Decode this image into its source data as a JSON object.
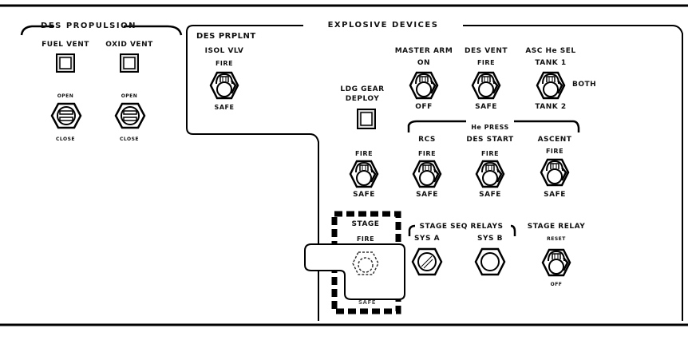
{
  "panel": {
    "des_propulsion": {
      "title": "DES PROPULSION",
      "fuel_vent": {
        "label": "FUEL VENT",
        "top": "OPEN",
        "bottom": "CLOSE"
      },
      "oxid_vent": {
        "label": "OXID VENT",
        "top": "OPEN",
        "bottom": "CLOSE"
      }
    },
    "explosive_devices": {
      "title": "EXPLOSIVE DEVICES",
      "des_prplnt": {
        "title": "DES PRPLNT",
        "label": "ISOL VLV",
        "top": "FIRE",
        "bottom": "SAFE"
      },
      "master_arm": {
        "label": "MASTER ARM",
        "top": "ON",
        "bottom": "OFF"
      },
      "des_vent": {
        "label": "DES VENT",
        "top": "FIRE",
        "bottom": "SAFE"
      },
      "asc_he_sel": {
        "label": "ASC He SEL",
        "top": "TANK 1",
        "right": "BOTH",
        "bottom": "TANK 2"
      },
      "ldg_gear": {
        "label_line1": "LDG GEAR",
        "label_line2": "DEPLOY",
        "top": "FIRE",
        "bottom": "SAFE"
      },
      "he_press": {
        "title": "He PRESS",
        "rcs": {
          "label": "RCS",
          "top": "FIRE",
          "bottom": "SAFE"
        },
        "des_start": {
          "label": "DES START",
          "top": "FIRE",
          "bottom": "SAFE"
        },
        "ascent": {
          "label": "ASCENT",
          "top": "FIRE",
          "bottom": "SAFE"
        }
      },
      "stage": {
        "label": "STAGE",
        "top": "FIRE",
        "bottom": "SAFE"
      },
      "stage_seq_relays": {
        "title": "STAGE SEQ RELAYS",
        "sys_a": "SYS A",
        "sys_b": "SYS B"
      },
      "stage_relay": {
        "label": "STAGE RELAY",
        "top": "RESET",
        "bottom": "OFF"
      }
    }
  }
}
